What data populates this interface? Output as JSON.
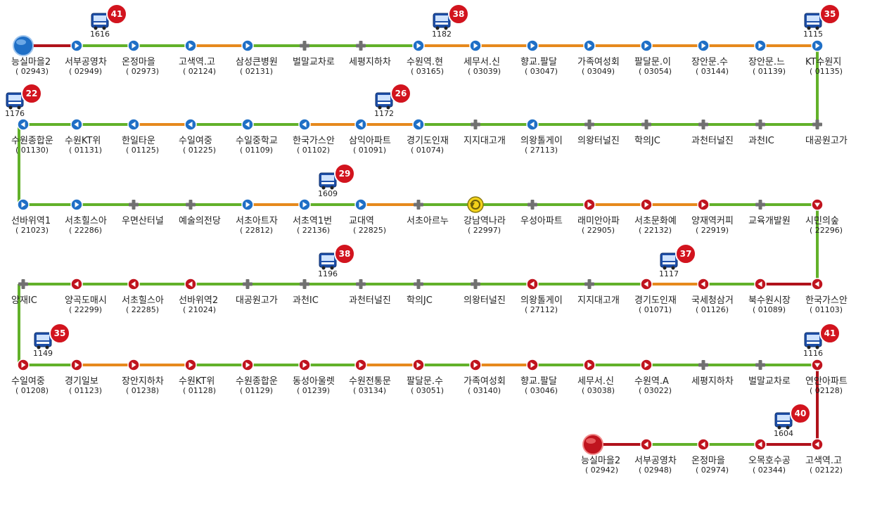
{
  "colors": {
    "green": "#62b12a",
    "orange": "#e6891d",
    "red": "#b0121b",
    "blue_stop": "#1f6fc6",
    "red_stop": "#c0141e",
    "grey_stop": "#707070",
    "badge": "#d2141e"
  },
  "rows": [
    {
      "dir": "ltr",
      "stations": [
        {
          "name": "능실마을2",
          "code": "( 02943)",
          "icon": "start"
        },
        {
          "name": "서부공영차",
          "code": "( 02949)",
          "icon": "blue"
        },
        {
          "name": "온정마을",
          "code": "( 02973)",
          "icon": "blue"
        },
        {
          "name": "고색역.고",
          "code": "( 02124)",
          "icon": "blue"
        },
        {
          "name": "삼성큰병원",
          "code": "( 02131)",
          "icon": "blue"
        },
        {
          "name": "벌말교차로",
          "code": "",
          "icon": "cross"
        },
        {
          "name": "세평지하차",
          "code": "",
          "icon": "cross"
        },
        {
          "name": "수원역.현",
          "code": "( 03165)",
          "icon": "blue"
        },
        {
          "name": "세무서.신",
          "code": "( 03039)",
          "icon": "blue"
        },
        {
          "name": "향교.팔달",
          "code": "( 03047)",
          "icon": "blue"
        },
        {
          "name": "가족여성회",
          "code": "( 03049)",
          "icon": "blue"
        },
        {
          "name": "팔달문.이",
          "code": "( 03054)",
          "icon": "blue"
        },
        {
          "name": "장안문.수",
          "code": "( 03144)",
          "icon": "blue"
        },
        {
          "name": "장안문.느",
          "code": "( 01139)",
          "icon": "blue"
        },
        {
          "name": "KT수원지",
          "code": "( 01135)",
          "icon": "blue"
        }
      ],
      "segments": [
        "red",
        "green",
        "green",
        "orange",
        "green",
        "green",
        "green",
        "orange",
        "orange",
        "orange",
        "orange",
        "orange",
        "orange",
        "orange"
      ]
    },
    {
      "dir": "rtl",
      "stations": [
        {
          "name": "대공원고가",
          "code": "",
          "icon": "cross"
        },
        {
          "name": "과천IC",
          "code": "",
          "icon": "cross"
        },
        {
          "name": "과천터널진",
          "code": "",
          "icon": "cross"
        },
        {
          "name": "학의JC",
          "code": "",
          "icon": "cross"
        },
        {
          "name": "의왕터널진",
          "code": "",
          "icon": "cross"
        },
        {
          "name": "의왕톨게이",
          "code": "( 27113)",
          "icon": "blue_l"
        },
        {
          "name": "지지대고개",
          "code": "",
          "icon": "cross"
        },
        {
          "name": "경기도인재",
          "code": "( 01074)",
          "icon": "blue_l"
        },
        {
          "name": "삼익아파트",
          "code": "( 01091)",
          "icon": "blue_l"
        },
        {
          "name": "한국가스안",
          "code": "( 01102)",
          "icon": "blue_l"
        },
        {
          "name": "수일중학교",
          "code": "( 01109)",
          "icon": "blue_l"
        },
        {
          "name": "수일여중",
          "code": "( 01225)",
          "icon": "blue_l"
        },
        {
          "name": "한일타운",
          "code": "( 01125)",
          "icon": "blue_l"
        },
        {
          "name": "수원KT위",
          "code": "( 01131)",
          "icon": "blue_l"
        },
        {
          "name": "수원종합운",
          "code": "( 01130)",
          "icon": "blue_l"
        }
      ],
      "segments": [
        "green",
        "green",
        "green",
        "green",
        "green",
        "green",
        "green",
        "orange",
        "orange",
        "green",
        "green",
        "orange",
        "green",
        "green"
      ]
    },
    {
      "dir": "ltr",
      "stations": [
        {
          "name": "선바위역1",
          "code": "( 21023)",
          "icon": "blue"
        },
        {
          "name": "서초힐스아",
          "code": "( 22286)",
          "icon": "blue"
        },
        {
          "name": "우면산터널",
          "code": "",
          "icon": "cross"
        },
        {
          "name": "예술의전당",
          "code": "",
          "icon": "cross"
        },
        {
          "name": "서초아트자",
          "code": "( 22812)",
          "icon": "blue"
        },
        {
          "name": "서초역1번",
          "code": "( 22136)",
          "icon": "blue"
        },
        {
          "name": "교대역",
          "code": "( 22825)",
          "icon": "blue"
        },
        {
          "name": "서초아르누",
          "code": "",
          "icon": "cross"
        },
        {
          "name": "강남역나라",
          "code": "( 22997)",
          "icon": "turn"
        },
        {
          "name": "우성아파트",
          "code": "",
          "icon": "cross"
        },
        {
          "name": "래미안아파",
          "code": "( 22905)",
          "icon": "red"
        },
        {
          "name": "서초문화예",
          "code": "( 22132)",
          "icon": "red"
        },
        {
          "name": "양재역커피",
          "code": "( 22919)",
          "icon": "red"
        },
        {
          "name": "교육개발원",
          "code": "",
          "icon": "cross"
        },
        {
          "name": "시민의숲",
          "code": "( 22296)",
          "icon": "red_d"
        }
      ],
      "segments": [
        "green",
        "green",
        "green",
        "green",
        "orange",
        "green",
        "orange",
        "green",
        "green",
        "green",
        "orange",
        "orange",
        "green",
        "green"
      ]
    },
    {
      "dir": "rtl",
      "stations": [
        {
          "name": "한국가스안",
          "code": "( 01103)",
          "icon": "red_l"
        },
        {
          "name": "북수원시장",
          "code": "( 01089)",
          "icon": "red_l"
        },
        {
          "name": "국세청삼거",
          "code": "( 01126)",
          "icon": "red_l"
        },
        {
          "name": "경기도인재",
          "code": "( 01071)",
          "icon": "red_l"
        },
        {
          "name": "지지대고개",
          "code": "",
          "icon": "cross"
        },
        {
          "name": "의왕톨게이",
          "code": "( 27112)",
          "icon": "red_l"
        },
        {
          "name": "의왕터널진",
          "code": "",
          "icon": "cross"
        },
        {
          "name": "학의JC",
          "code": "",
          "icon": "cross"
        },
        {
          "name": "과천터널진",
          "code": "",
          "icon": "cross"
        },
        {
          "name": "과천IC",
          "code": "",
          "icon": "cross"
        },
        {
          "name": "대공원고가",
          "code": "",
          "icon": "cross"
        },
        {
          "name": "선바위역2",
          "code": "( 21024)",
          "icon": "red_l"
        },
        {
          "name": "서초힐스아",
          "code": "( 22285)",
          "icon": "red_l"
        },
        {
          "name": "양곡도매시",
          "code": "( 22299)",
          "icon": "red_l"
        },
        {
          "name": "양재IC",
          "code": "",
          "icon": "cross"
        }
      ],
      "segments": [
        "red",
        "green",
        "orange",
        "green",
        "green",
        "green",
        "green",
        "green",
        "green",
        "green",
        "green",
        "green",
        "green",
        "green"
      ]
    },
    {
      "dir": "ltr",
      "stations": [
        {
          "name": "수일여중",
          "code": "( 01208)",
          "icon": "red"
        },
        {
          "name": "경기일보",
          "code": "( 01123)",
          "icon": "red"
        },
        {
          "name": "장안지하차",
          "code": "( 01238)",
          "icon": "red"
        },
        {
          "name": "수원KT위",
          "code": "( 01128)",
          "icon": "red"
        },
        {
          "name": "수원종합운",
          "code": "( 01129)",
          "icon": "red"
        },
        {
          "name": "동성아울렛",
          "code": "( 01239)",
          "icon": "red"
        },
        {
          "name": "수원전통문",
          "code": "( 03134)",
          "icon": "red"
        },
        {
          "name": "팔달문.수",
          "code": "( 03051)",
          "icon": "red"
        },
        {
          "name": "가족여성회",
          "code": "( 03140)",
          "icon": "red"
        },
        {
          "name": "향교.팔달",
          "code": "( 03046)",
          "icon": "red"
        },
        {
          "name": "세무서.신",
          "code": "( 03038)",
          "icon": "red"
        },
        {
          "name": "수원역.A",
          "code": "( 03022)",
          "icon": "red"
        },
        {
          "name": "세평지하차",
          "code": "",
          "icon": "cross"
        },
        {
          "name": "벌말교차로",
          "code": "",
          "icon": "cross"
        },
        {
          "name": "연안아파트",
          "code": "( 02128)",
          "icon": "red_d"
        }
      ],
      "segments": [
        "green",
        "orange",
        "orange",
        "green",
        "green",
        "green",
        "orange",
        "green",
        "orange",
        "green",
        "green",
        "green",
        "green",
        "green"
      ]
    },
    {
      "dir": "rtl",
      "stations": [
        {
          "name": "능실마을2",
          "code": "( 02942)",
          "icon": "end"
        },
        {
          "name": "서부공영차",
          "code": "( 02948)",
          "icon": "red_l"
        },
        {
          "name": "온정마을",
          "code": "( 02974)",
          "icon": "red_l"
        },
        {
          "name": "오목호수공",
          "code": "( 02344)",
          "icon": "red_l"
        },
        {
          "name": "고색역.고",
          "code": "( 02122)",
          "icon": "red_l"
        }
      ],
      "segments": [
        "red",
        "green",
        "green",
        "red"
      ]
    }
  ],
  "connectors": [
    {
      "color": "green"
    },
    {
      "color": "green"
    },
    {
      "color": "green"
    },
    {
      "color": "green"
    },
    {
      "color": "red"
    }
  ],
  "buses": [
    {
      "number": "1616",
      "count": "41"
    },
    {
      "number": "1182",
      "count": "38"
    },
    {
      "number": "1115",
      "count": "35"
    },
    {
      "number": "1176",
      "count": "22"
    },
    {
      "number": "1172",
      "count": "26"
    },
    {
      "number": "1609",
      "count": "29"
    },
    {
      "number": "1196",
      "count": "38"
    },
    {
      "number": "1117",
      "count": "37"
    },
    {
      "number": "1149",
      "count": "35"
    },
    {
      "number": "1116",
      "count": "41"
    },
    {
      "number": "1604",
      "count": "40"
    }
  ]
}
